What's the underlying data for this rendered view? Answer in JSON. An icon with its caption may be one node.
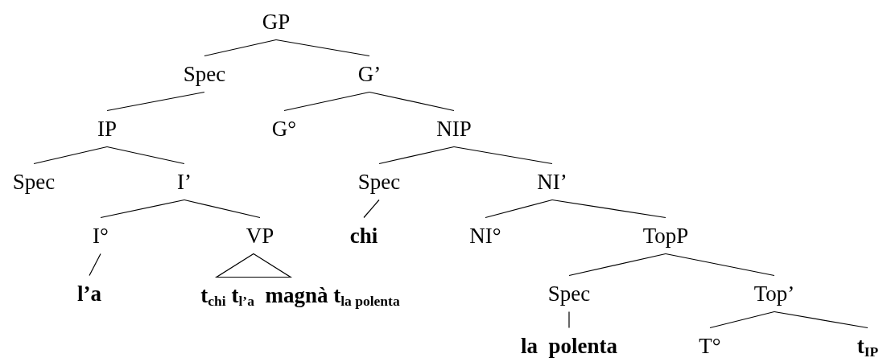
{
  "diagram": {
    "nodes": [
      {
        "text": [
          "GP"
        ]
      },
      {
        "text": [
          "Spec"
        ]
      },
      {
        "text": [
          "G’"
        ]
      },
      {
        "text": [
          "IP"
        ]
      },
      {
        "text": [
          "G°"
        ]
      },
      {
        "text": [
          "NIP"
        ]
      },
      {
        "text": [
          "Spec"
        ]
      },
      {
        "text": [
          "I’"
        ]
      },
      {
        "text": [
          "Spec"
        ]
      },
      {
        "text": [
          "NI’"
        ]
      },
      {
        "text": [
          "I°"
        ]
      },
      {
        "text": [
          "VP"
        ]
      },
      {
        "text": [
          "chi"
        ]
      },
      {
        "text": [
          "NI°"
        ]
      },
      {
        "text": [
          "TopP"
        ]
      },
      {
        "text": [
          "l’a"
        ]
      },
      {
        "text": [
          "t$_{chi}$ t$_{l’a}$  magnà t$_{la polenta}$"
        ]
      },
      {
        "text": [
          "Spec"
        ]
      },
      {
        "text": [
          "Top’"
        ]
      },
      {
        "text": [
          "la  polenta"
        ]
      },
      {
        "text": [
          "T°"
        ]
      },
      {
        "text": [
          "t$_{IP}$"
        ]
      }
    ],
    "edges": [
      {
        "from": 0,
        "to": 1,
        "arrow": "none"
      },
      {
        "from": 0,
        "to": 2,
        "arrow": "none"
      },
      {
        "from": 1,
        "to": 3,
        "arrow": "none"
      },
      {
        "from": 2,
        "to": 4,
        "arrow": "none"
      },
      {
        "from": 2,
        "to": 5,
        "arrow": "none"
      },
      {
        "from": 3,
        "to": 6,
        "arrow": "none"
      },
      {
        "from": 3,
        "to": 7,
        "arrow": "none"
      },
      {
        "from": 5,
        "to": 8,
        "arrow": "none"
      },
      {
        "from": 5,
        "to": 9,
        "arrow": "none"
      },
      {
        "from": 7,
        "to": 10,
        "arrow": "none"
      },
      {
        "from": 7,
        "to": 11,
        "arrow": "none"
      },
      {
        "from": 8,
        "to": 12,
        "arrow": "none"
      },
      {
        "from": 9,
        "to": 13,
        "arrow": "none"
      },
      {
        "from": 9,
        "to": 14,
        "arrow": "none"
      },
      {
        "from": 10,
        "to": 15,
        "arrow": "none"
      },
      {
        "from": 11,
        "to": 16,
        "arrow": "none"
      },
      {
        "from": 14,
        "to": 17,
        "arrow": "none"
      },
      {
        "from": 14,
        "to": 18,
        "arrow": "none"
      },
      {
        "from": 17,
        "to": 19,
        "arrow": "none"
      },
      {
        "from": 18,
        "to": 20,
        "arrow": "none"
      },
      {
        "from": 18,
        "to": 21,
        "arrow": "none"
      }
    ]
  }
}
